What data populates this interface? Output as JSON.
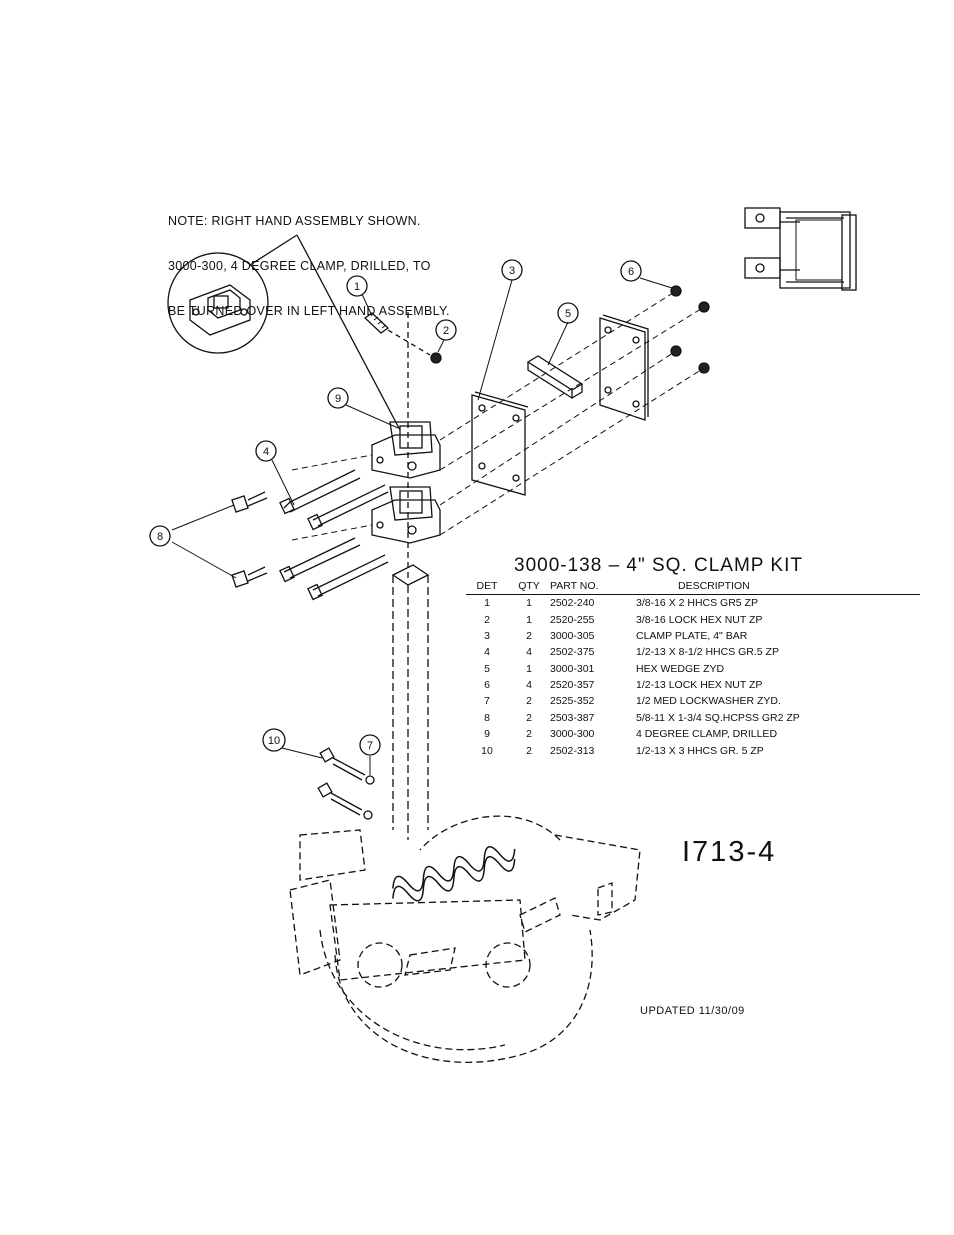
{
  "note": {
    "lines": [
      "NOTE: RIGHT HAND ASSEMBLY SHOWN.",
      "3000-300, 4 DEGREE CLAMP, DRILLED, TO",
      "BE TURNED OVER IN LEFT HAND ASSEMBLY."
    ]
  },
  "kit_title": "3000-138  –  4\" SQ. CLAMP KIT",
  "table": {
    "headers": [
      "DET",
      "QTY",
      "PART NO.",
      "DESCRIPTION"
    ],
    "rows": [
      {
        "det": "1",
        "qty": "1",
        "part": "2502-240",
        "desc": "3/8-16 X 2 HHCS GR5 ZP"
      },
      {
        "det": "2",
        "qty": "1",
        "part": "2520-255",
        "desc": "3/8-16 LOCK HEX NUT ZP"
      },
      {
        "det": "3",
        "qty": "2",
        "part": "3000-305",
        "desc": "CLAMP PLATE, 4\" BAR"
      },
      {
        "det": "4",
        "qty": "4",
        "part": "2502-375",
        "desc": "1/2-13 X 8-1/2 HHCS GR.5 ZP"
      },
      {
        "det": "5",
        "qty": "1",
        "part": "3000-301",
        "desc": "HEX WEDGE ZYD"
      },
      {
        "det": "6",
        "qty": "4",
        "part": "2520-357",
        "desc": "1/2-13 LOCK HEX NUT ZP"
      },
      {
        "det": "7",
        "qty": "2",
        "part": "2525-352",
        "desc": "1/2 MED LOCKWASHER ZYD."
      },
      {
        "det": "8",
        "qty": "2",
        "part": "2503-387",
        "desc": "5/8-11 X 1-3/4 SQ.HCPSS GR2 ZP"
      },
      {
        "det": "9",
        "qty": "2",
        "part": "3000-300",
        "desc": "4 DEGREE CLAMP, DRILLED"
      },
      {
        "det": "10",
        "qty": "2",
        "part": "2502-313",
        "desc": "1/2-13 X 3 HHCS GR. 5 ZP"
      }
    ]
  },
  "drawing_id": "I713-4",
  "updated": "UPDATED 11/30/09",
  "balloons": [
    "1",
    "2",
    "3",
    "4",
    "5",
    "6",
    "7",
    "8",
    "9",
    "10"
  ]
}
